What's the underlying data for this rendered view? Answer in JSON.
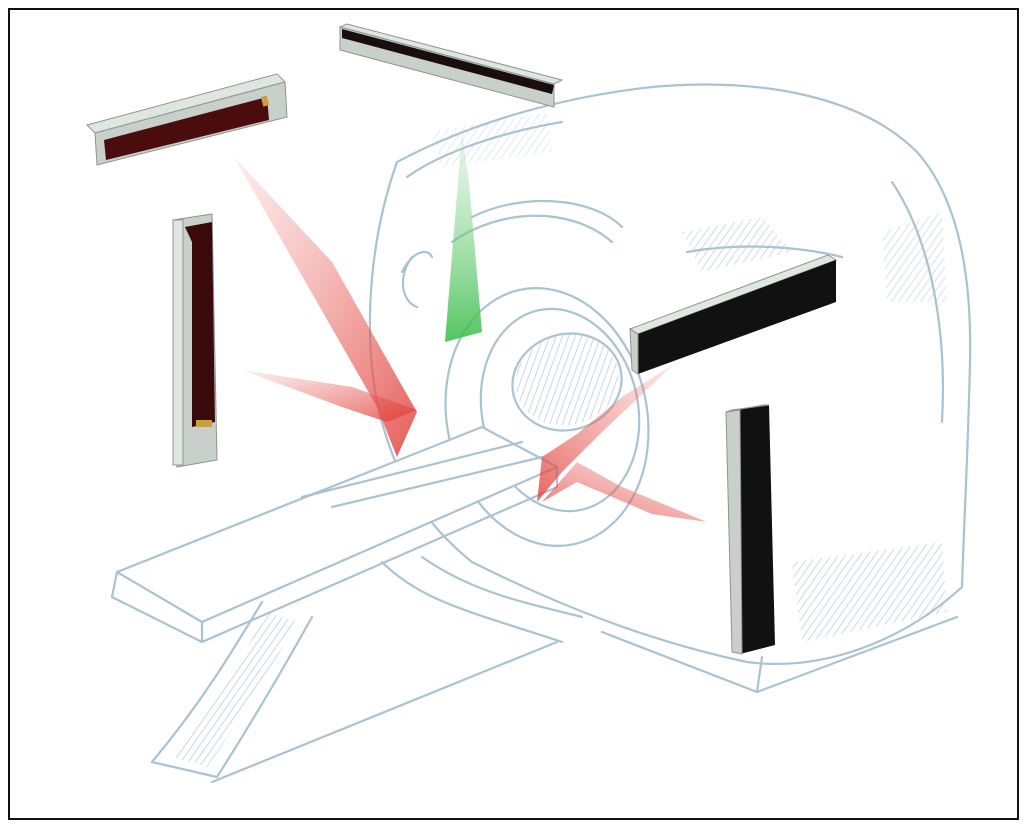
{
  "figure": {
    "subject": "scanner",
    "colors": {
      "sketch": "#a9c3d1",
      "sketch_dark": "#8fb0c2",
      "beam_red": "#e0403a",
      "beam_green": "#3fbf4f",
      "detector_face": "#1a0d0d",
      "detector_face_red": "#4a0c0c",
      "detector_frame": "#c9d0cc",
      "detector_edge": "#8c9690",
      "detector_gold": "#c8a040"
    },
    "detectors": [
      {
        "name": "top-left"
      },
      {
        "name": "top-center"
      },
      {
        "name": "left-vertical"
      },
      {
        "name": "right-horizontal"
      },
      {
        "name": "right-vertical"
      }
    ]
  }
}
